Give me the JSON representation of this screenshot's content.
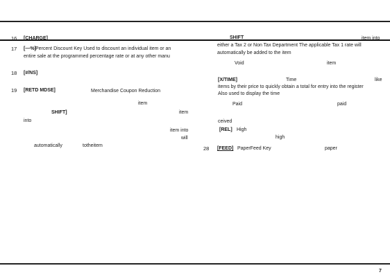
{
  "left_column": [
    {
      "num": "16",
      "key": "[CHARGE]"
    },
    {
      "num": "17",
      "key": "[—%]",
      "text_1": "Percent Discount Key   Used to discount an individual item or an",
      "text_2": "entire sale at the programmed percentage rate or at any other manu"
    },
    {
      "num": "18",
      "key": "[#/NS]"
    },
    {
      "num": "19",
      "key": "[RETD MDSE]",
      "text_1": "Merchandise Coupon  Reduction"
    },
    {
      "item_1": "item"
    },
    {
      "shift": "SHIFT]",
      "item_2": "item"
    },
    {
      "into": "into"
    },
    {
      "item_into": "item into"
    },
    {
      "will": "will"
    },
    {
      "auto": "automatically",
      "to": "totheitem"
    }
  ],
  "right_column": {
    "shift": "SHIFT",
    "item_into": "item into",
    "line_1": "either a Tax 2 or Non Tax Department  The applicable Tax  1 rate will",
    "line_2": "automatically be added to the item",
    "void": "Void",
    "void_item": "item",
    "xtime_key": "[X/TIME]",
    "time": "Time",
    "like": "like",
    "xtime_1": "items by their price to quickly obtain a total for entry into the register",
    "xtime_2": "Also used to display the time",
    "paid": "Paid",
    "paid_2": "paid",
    "ceived": "ceived",
    "rel_key": "[REL]",
    "high_1": "High",
    "high_2": "high",
    "feed_num": "28",
    "feed_key": "[FEED]",
    "feed_text": "PaperFeed Key",
    "paper": "paper"
  },
  "page_number": "7"
}
